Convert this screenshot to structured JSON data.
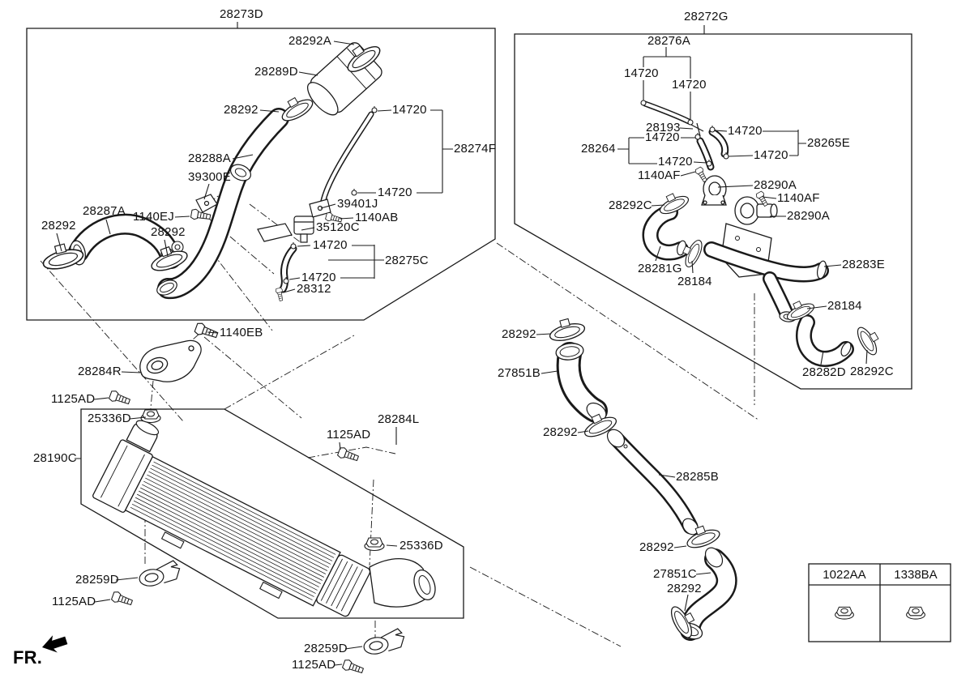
{
  "labels": [
    {
      "text": "28273D"
    },
    {
      "text": "28272G"
    },
    {
      "text": "28292A"
    },
    {
      "text": "28289D"
    },
    {
      "text": "28292"
    },
    {
      "text": "14720"
    },
    {
      "text": "28274F"
    },
    {
      "text": "28288A"
    },
    {
      "text": "39300E"
    },
    {
      "text": "14720"
    },
    {
      "text": "39401J"
    },
    {
      "text": "1140AB"
    },
    {
      "text": "35120C"
    },
    {
      "text": "14720"
    },
    {
      "text": "28275C"
    },
    {
      "text": "14720"
    },
    {
      "text": "28312"
    },
    {
      "text": "28287A"
    },
    {
      "text": "1140EJ"
    },
    {
      "text": "28292"
    },
    {
      "text": "28292"
    },
    {
      "text": "1140EB"
    },
    {
      "text": "28284R"
    },
    {
      "text": "1125AD"
    },
    {
      "text": "25336D"
    },
    {
      "text": "28190C"
    },
    {
      "text": "1125AD"
    },
    {
      "text": "28284L"
    },
    {
      "text": "25336D"
    },
    {
      "text": "28259D"
    },
    {
      "text": "1125AD"
    },
    {
      "text": "28259D"
    },
    {
      "text": "1125AD"
    },
    {
      "text": "FR."
    },
    {
      "text": "28276A"
    },
    {
      "text": "14720"
    },
    {
      "text": "14720"
    },
    {
      "text": "28193"
    },
    {
      "text": "14720"
    },
    {
      "text": "14720"
    },
    {
      "text": "28264"
    },
    {
      "text": "28265E"
    },
    {
      "text": "14720"
    },
    {
      "text": "14720"
    },
    {
      "text": "1140AF"
    },
    {
      "text": "28290A"
    },
    {
      "text": "1140AF"
    },
    {
      "text": "28292C"
    },
    {
      "text": "28290A"
    },
    {
      "text": "28281G"
    },
    {
      "text": "28184"
    },
    {
      "text": "28283E"
    },
    {
      "text": "28184"
    },
    {
      "text": "28282D"
    },
    {
      "text": "28292C"
    },
    {
      "text": "28292"
    },
    {
      "text": "27851B"
    },
    {
      "text": "28292"
    },
    {
      "text": "28285B"
    },
    {
      "text": "28292"
    },
    {
      "text": "27851C"
    },
    {
      "text": "28292"
    }
  ],
  "table": {
    "columns": [
      "1022AA",
      "1338BA"
    ]
  }
}
